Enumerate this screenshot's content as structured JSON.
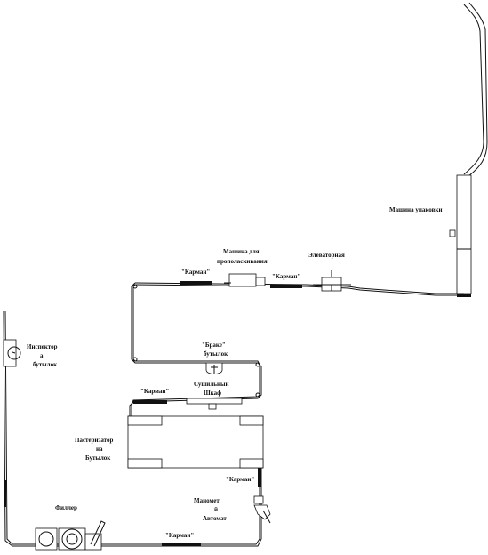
{
  "labels": {
    "cooling_machine": "Машина упаковки",
    "packing_machine_line1": "Машина для",
    "packing_machine_line2": "прополаскивания",
    "elevator": "Элеваторная",
    "carton_1": "\"Карман\"",
    "carton_2": "\"Карман\"",
    "carton_3": "\"Карман\"",
    "carton_4": "\"Карман\"",
    "carton_5": "\"Карман\"",
    "bracket_line1": "\"Браке\"",
    "bracket_line2": "бутылок",
    "dryer_line1": "Сушильный",
    "dryer_line2": "Шкаф",
    "washer_line1": "Пастеризатор",
    "washer_line2": "на",
    "washer_line3": "Бутылок",
    "inspector_line1": "Инспектор",
    "inspector_line2": "а",
    "inspector_line3": "бутылок",
    "filler": "Филлер",
    "manometer_line1": "Маномет",
    "manometer_line2": "й",
    "manometer_line3": "Автомат"
  }
}
